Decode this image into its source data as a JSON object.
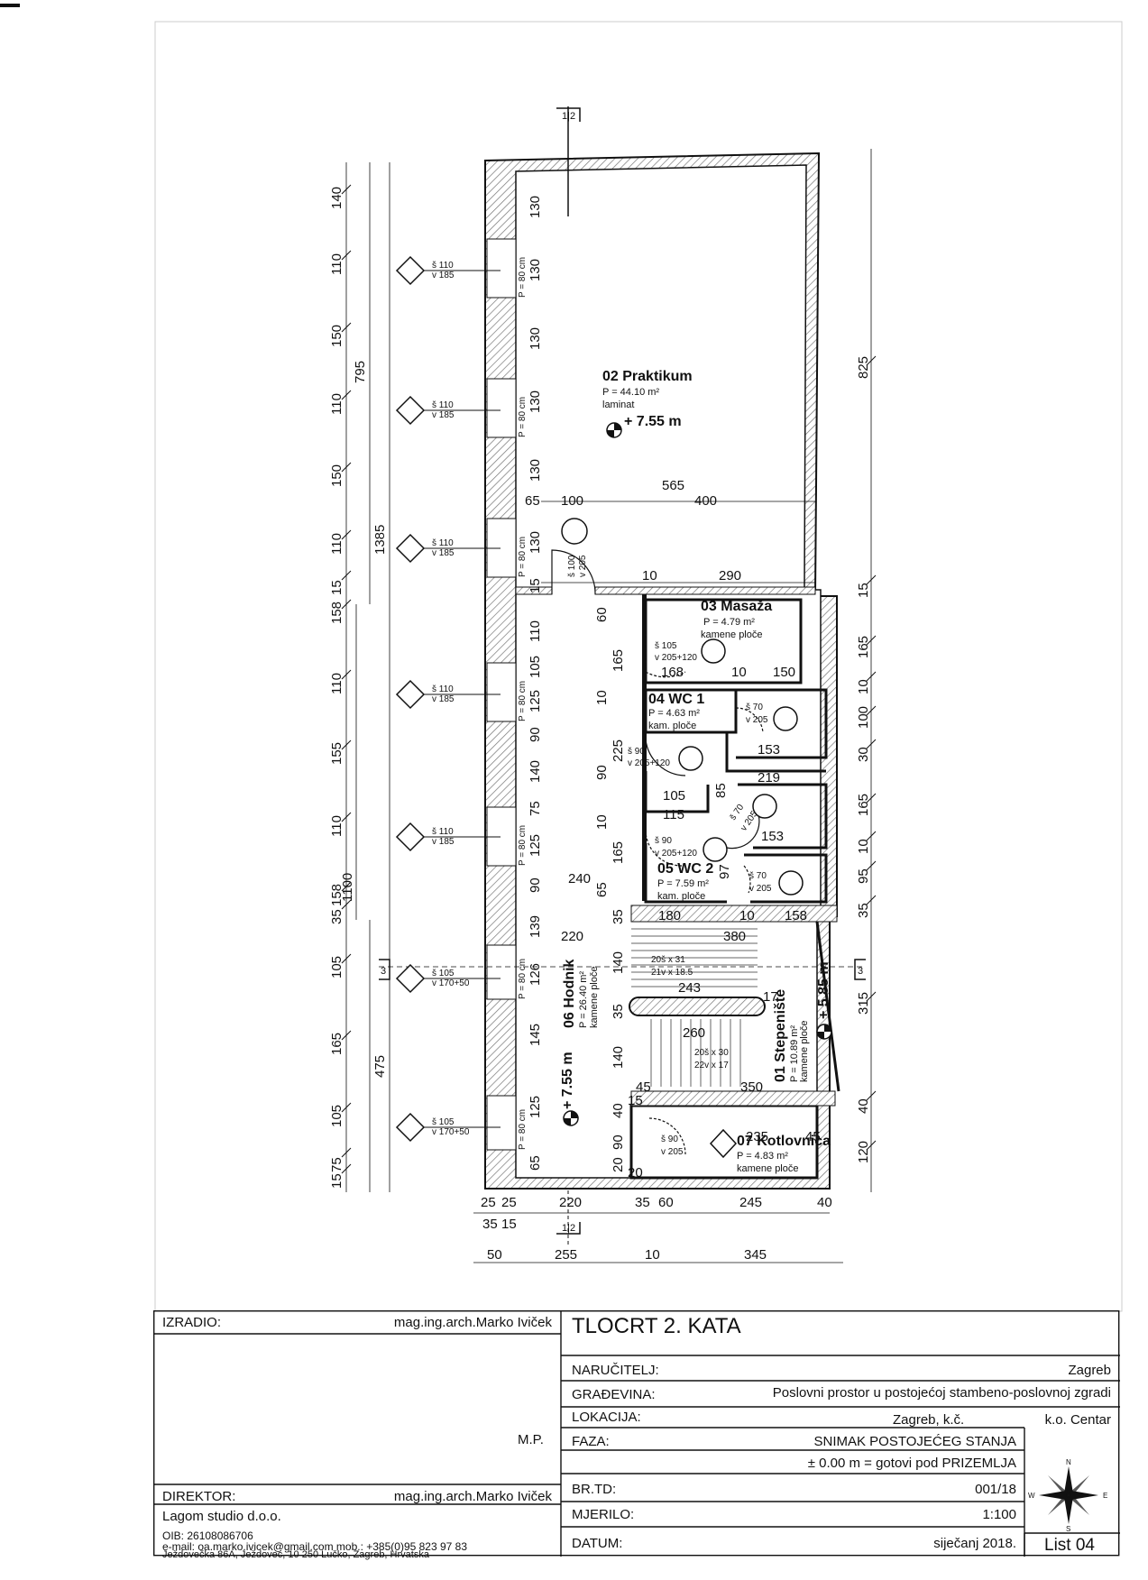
{
  "plan": {
    "section_marker": "1|2",
    "section_marker_bottom": "1|2",
    "section_3_left": "3",
    "section_3_right": "3",
    "rooms": [
      {
        "name": "02 Praktikum",
        "area": "P = 44.10 m²",
        "floor": "laminat"
      },
      {
        "name": "03 Masaža",
        "area": "P = 4.79 m²",
        "floor": "kamene ploče"
      },
      {
        "name": "04 WC 1",
        "area": "P = 4.63 m²",
        "floor": "kam. ploče"
      },
      {
        "name": "05 WC 2",
        "area": "P = 7.59 m²",
        "floor": "kam. ploče"
      },
      {
        "name": "06 Hodnik",
        "area": "P = 26.40 m²",
        "floor": "kamene ploče"
      },
      {
        "name": "01 Stepenište",
        "area": "P = 10.89 m²",
        "floor": "kamene ploče"
      },
      {
        "name": "07 Kotlovnica",
        "area": "P = 4.83 m²",
        "floor": "kamene ploče"
      }
    ],
    "levels": {
      "praktikum": "+ 7.55 m",
      "hodnik": "+ 7.55 m",
      "stepeniste": "+ 5.85 m"
    },
    "windows": [
      {
        "w": "š 110",
        "h": "v 185"
      },
      {
        "w": "š 110",
        "h": "v 185"
      },
      {
        "w": "š 110",
        "h": "v 185"
      },
      {
        "w": "š 110",
        "h": "v 185"
      },
      {
        "w": "š 110",
        "h": "v 185"
      },
      {
        "w": "š 105",
        "h": "v 170+50"
      },
      {
        "w": "š 105",
        "h": "v 170+50"
      }
    ],
    "parapet": "P = 80 cm",
    "doors": {
      "praktikum": [
        "š 100",
        "v 205"
      ],
      "masaza": [
        "š 105",
        "v 205+120"
      ],
      "wc1_in": [
        "š 90",
        "v 205+120"
      ],
      "wc1_out": [
        "š 70",
        "v 205"
      ],
      "mid": [
        "š 70",
        "v 205"
      ],
      "wc2_in": [
        "š 90",
        "v 205+120"
      ],
      "wc2_out": [
        "š 70",
        "v 205"
      ],
      "kotlovnica": [
        "š 90",
        "v 205"
      ]
    },
    "stairs": {
      "upper_a": "20š x 31",
      "upper_b": "21v x 18.5",
      "lower_a": "20š x 30",
      "lower_b": "22v x 17"
    },
    "dims_left_outer": [
      "140",
      "110",
      "150",
      "110",
      "150",
      "110",
      "15",
      "158",
      "110",
      "155",
      "110",
      "158",
      "35",
      "105",
      "165",
      "105",
      "75",
      "15"
    ],
    "dims_left_totals": [
      "795",
      "1385",
      "1100",
      "475"
    ],
    "dims_right": [
      "825",
      "15",
      "165",
      "10",
      "100",
      "30",
      "165",
      "10",
      "95",
      "35",
      "315",
      "40",
      "120"
    ],
    "dims_inner": [
      "130",
      "130",
      "130",
      "130",
      "130",
      "130",
      "15",
      "110",
      "105",
      "125",
      "90",
      "140",
      "75",
      "125",
      "90",
      "139",
      "126",
      "145",
      "125",
      "65",
      "60",
      "165",
      "10",
      "225",
      "90",
      "10",
      "165",
      "65",
      "35",
      "140",
      "35",
      "140",
      "40",
      "90",
      "20",
      "85",
      "97"
    ],
    "dims_horizontal": [
      "565",
      "65",
      "100",
      "400",
      "10",
      "290",
      "168",
      "10",
      "150",
      "153",
      "219",
      "153",
      "240",
      "180",
      "10",
      "158",
      "220",
      "380",
      "243",
      "17",
      "260",
      "45",
      "350",
      "235",
      "45",
      "115",
      "105",
      "20",
      "15"
    ],
    "dims_bottom_1": [
      "25",
      "25",
      "220",
      "35",
      "60",
      "245",
      "40"
    ],
    "dims_bottom_2": [
      "35",
      "15"
    ],
    "dims_bottom_3": [
      "50",
      "255",
      "10",
      "345"
    ]
  },
  "title_block": {
    "izradio_label": "IZRADIO:",
    "izradio_value": "mag.ing.arch.Marko Iviček",
    "title": "TLOCRT 2. KATA",
    "narucitelj_label": "NARUČITELJ:",
    "narucitelj_value": "Zagreb",
    "gradevina_label": "GRAĐEVINA:",
    "gradevina_value": "Poslovni prostor u postojećoj stambeno-poslovnoj zgradi",
    "lokacija_label": "LOKACIJA:",
    "lokacija_value": "Zagreb, k.č.",
    "ko_value": "k.o. Centar",
    "mp": "M.P.",
    "faza_label": "FAZA:",
    "faza_value": "SNIMAK POSTOJEĆEG STANJA",
    "zero_note": "± 0.00 m = gotovi pod PRIZEMLJA",
    "direktor_label": "DIREKTOR:",
    "direktor_value": "mag.ing.arch.Marko Iviček",
    "company": "Lagom studio d.o.o.",
    "oib": "OIB: 26108086706",
    "email": "e-mail: oa.marko.ivicek@gmail.com    mob.: +385(0)95 823 97 83",
    "address": "Ježdovečka 86A, Ježdovec, 10 250 Lučko, Zagreb, Hrvatska",
    "brtd_label": "BR.TD:",
    "brtd_value": "001/18",
    "mjerilo_label": "MJERILO:",
    "mjerilo_value": "1:100",
    "datum_label": "DATUM:",
    "datum_value": "siječanj 2018.",
    "list": "List 04",
    "compass": {
      "n": "N",
      "s": "S",
      "e": "E",
      "w": "W"
    }
  }
}
